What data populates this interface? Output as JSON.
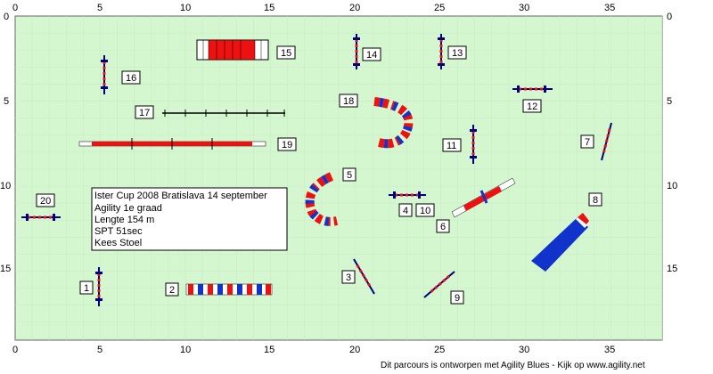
{
  "grid": {
    "x_ticks": [
      "0",
      "5",
      "10",
      "15",
      "20",
      "25",
      "30",
      "35"
    ],
    "y_ticks": [
      "0",
      "5",
      "10",
      "15"
    ],
    "background": "#d4f7d0",
    "grid_color": "#b8d8b4"
  },
  "info": {
    "line1": "Ister Cup 2008 Bratislava 14 september",
    "line2": "Agility 1e graad",
    "line3": "Lengte 154 m",
    "line4": "SPT 51sec",
    "line5": "Kees Stoel"
  },
  "footer": "Dit parcours is ontworpen met Agility Blues - Kijk op www.agility.net",
  "obstacles": [
    {
      "number": "1",
      "type": "jump"
    },
    {
      "number": "2",
      "type": "tunnel"
    },
    {
      "number": "3",
      "type": "jump"
    },
    {
      "number": "4",
      "type": "jump"
    },
    {
      "number": "5",
      "type": "curved-tunnel"
    },
    {
      "number": "6",
      "type": "seesaw"
    },
    {
      "number": "7",
      "type": "jump"
    },
    {
      "number": "8",
      "type": "chute"
    },
    {
      "number": "9",
      "type": "jump"
    },
    {
      "number": "10",
      "type": "jump"
    },
    {
      "number": "11",
      "type": "jump"
    },
    {
      "number": "12",
      "type": "jump"
    },
    {
      "number": "13",
      "type": "jump"
    },
    {
      "number": "14",
      "type": "jump"
    },
    {
      "number": "15",
      "type": "tire-tunnel"
    },
    {
      "number": "16",
      "type": "jump"
    },
    {
      "number": "17",
      "type": "weave-poles"
    },
    {
      "number": "18",
      "type": "curved-tunnel"
    },
    {
      "number": "19",
      "type": "dog-walk"
    },
    {
      "number": "20",
      "type": "jump"
    }
  ],
  "colors": {
    "red": "#ee1111",
    "blue": "#1133cc",
    "white": "#ffffff",
    "navy": "#000080"
  }
}
